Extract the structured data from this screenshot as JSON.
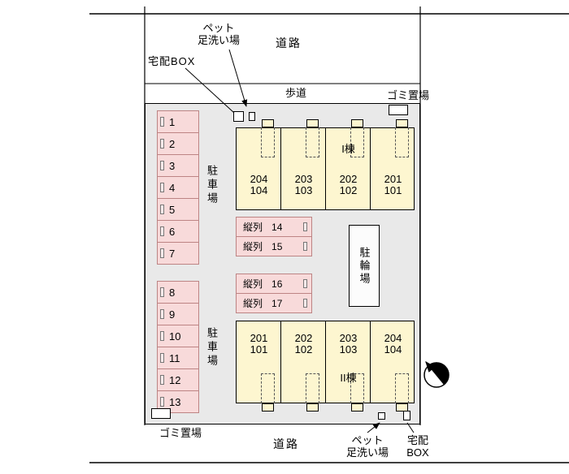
{
  "site": {
    "road_top": "道路",
    "road_bottom": "道路",
    "sidewalk": "歩道"
  },
  "annotations": {
    "pet_wash_top_line1": "ペット",
    "pet_wash_top_line2": "足洗い場",
    "delivery_box_top": "宅配BOX",
    "garbage_top": "ゴミ置場",
    "garbage_bottom": "ゴミ置場",
    "pet_wash_bottom_line1": "ペット",
    "pet_wash_bottom_line2": "足洗い場",
    "delivery_box_bottom_line1": "宅配",
    "delivery_box_bottom_line2": "BOX"
  },
  "parking": {
    "area_label": "駐車場",
    "upper": [
      "1",
      "2",
      "3",
      "4",
      "5",
      "6",
      "7"
    ],
    "lower": [
      "8",
      "9",
      "10",
      "11",
      "12",
      "13"
    ]
  },
  "tandem": {
    "prefix": "縦列",
    "numbers": [
      "14",
      "15",
      "16",
      "17"
    ]
  },
  "bicycle_label": "駐輪場",
  "building_top": {
    "name": "I棟",
    "units": [
      {
        "u": "204",
        "l": "104"
      },
      {
        "u": "203",
        "l": "103"
      },
      {
        "u": "202",
        "l": "102"
      },
      {
        "u": "201",
        "l": "101"
      }
    ]
  },
  "building_bottom": {
    "name": "II棟",
    "units": [
      {
        "u": "201",
        "l": "101"
      },
      {
        "u": "202",
        "l": "102"
      },
      {
        "u": "203",
        "l": "103"
      },
      {
        "u": "204",
        "l": "104"
      }
    ]
  },
  "icons": {
    "north_arrow": "half-filled-circle-with-north-needle",
    "wheel_stopper": "small-rectangle-stopper"
  },
  "colors": {
    "site_bg": "#e9e9e9",
    "stall_fill": "#f8dada",
    "stall_border": "#bd8484",
    "building_fill": "#fdf6d0",
    "line": "#000000"
  }
}
